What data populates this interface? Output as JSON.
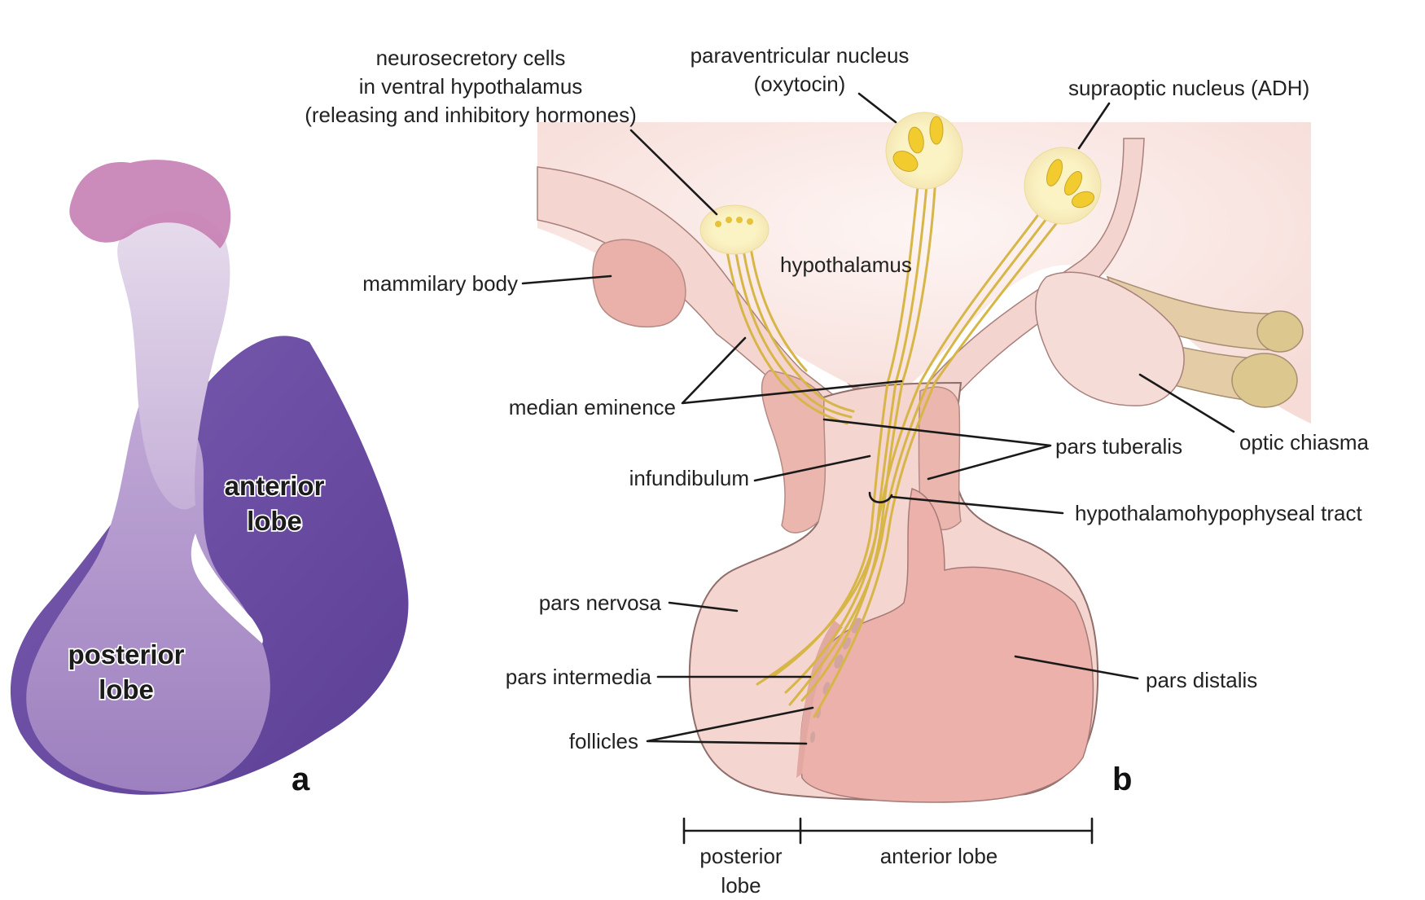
{
  "figure": {
    "panel_a": {
      "letter": "a",
      "labels": {
        "anterior_line1": "anterior",
        "anterior_line2": "lobe",
        "posterior_line1": "posterior",
        "posterior_line2": "lobe"
      },
      "colors": {
        "anterior": "#6b4fa3",
        "posterior": "#a88ac6",
        "stalk": "#d8c8e3",
        "median": "#c07ab0"
      }
    },
    "panel_b": {
      "letter": "b",
      "labels": {
        "neurosecretory_line1": "neurosecretory cells",
        "neurosecretory_line2": "in ventral hypothalamus",
        "neurosecretory_line3": "(releasing and inhibitory hormones)",
        "paraventricular_line1": "paraventricular nucleus",
        "paraventricular_line2": "(oxytocin)",
        "supraoptic": "supraoptic nucleus (ADH)",
        "hypothalamus": "hypothalamus",
        "mammillary_body": "mammilary body",
        "median_eminence": "median eminence",
        "pars_tuberalis": "pars tuberalis",
        "optic_chiasma": "optic chiasma",
        "infundibulum": "infundibulum",
        "hypothalamohypophyseal_tract": "hypothalamohypophyseal tract",
        "pars_nervosa": "pars nervosa",
        "pars_intermedia": "pars intermedia",
        "follicles": "follicles",
        "pars_distalis": "pars distalis"
      },
      "scale_bar": {
        "posterior_line1": "posterior",
        "posterior_line2": "lobe",
        "anterior": "anterior lobe"
      },
      "colors": {
        "hypothalamus_bg": "#fbe9e6",
        "tissue_light": "#f6d9d3",
        "tissue_pink": "#eab5ad",
        "pars_distalis": "#ebb1aa",
        "nerve_fiber": "#d9b84a",
        "nucleus_fill": "#fbf3c4",
        "nucleus_cell": "#f2cc2e",
        "optic_nerve": "#dcc49a",
        "outline": "#9a7a78"
      }
    }
  }
}
